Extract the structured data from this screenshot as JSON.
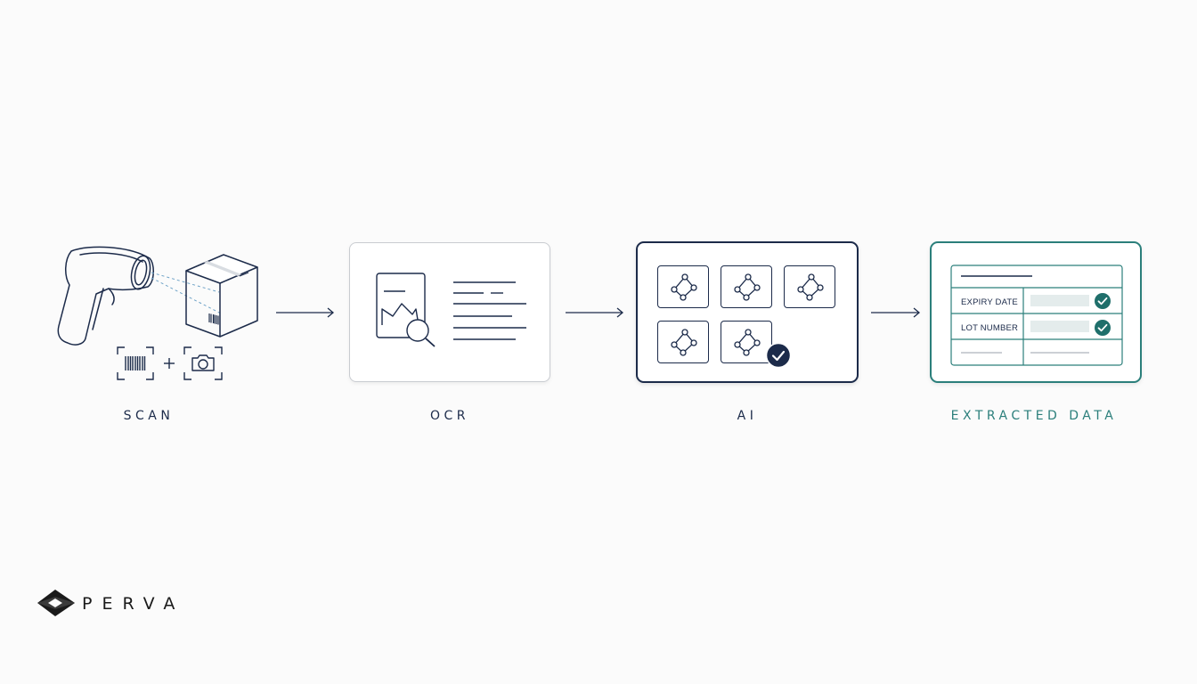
{
  "steps": [
    {
      "label": "SCAN"
    },
    {
      "label": "OCR"
    },
    {
      "label": "AI"
    },
    {
      "label": "EXTRACTED DATA"
    }
  ],
  "extracted_fields": [
    {
      "label": "EXPIRY DATE",
      "status": "verified"
    },
    {
      "label": "LOT NUMBER",
      "status": "verified"
    }
  ],
  "brand": {
    "name": "PERVA"
  },
  "colors": {
    "navy": "#1c2b4a",
    "teal": "#2b7f7b",
    "background": "#fbfbfb",
    "dashed_scan_line": "#6fa3c7"
  },
  "icons": [
    "barcode-scanner-icon",
    "package-box-icon",
    "barcode-frame-icon",
    "camera-frame-icon",
    "document-search-icon",
    "node-graph-icon",
    "checkmark-badge-icon",
    "perva-logo-icon"
  ]
}
